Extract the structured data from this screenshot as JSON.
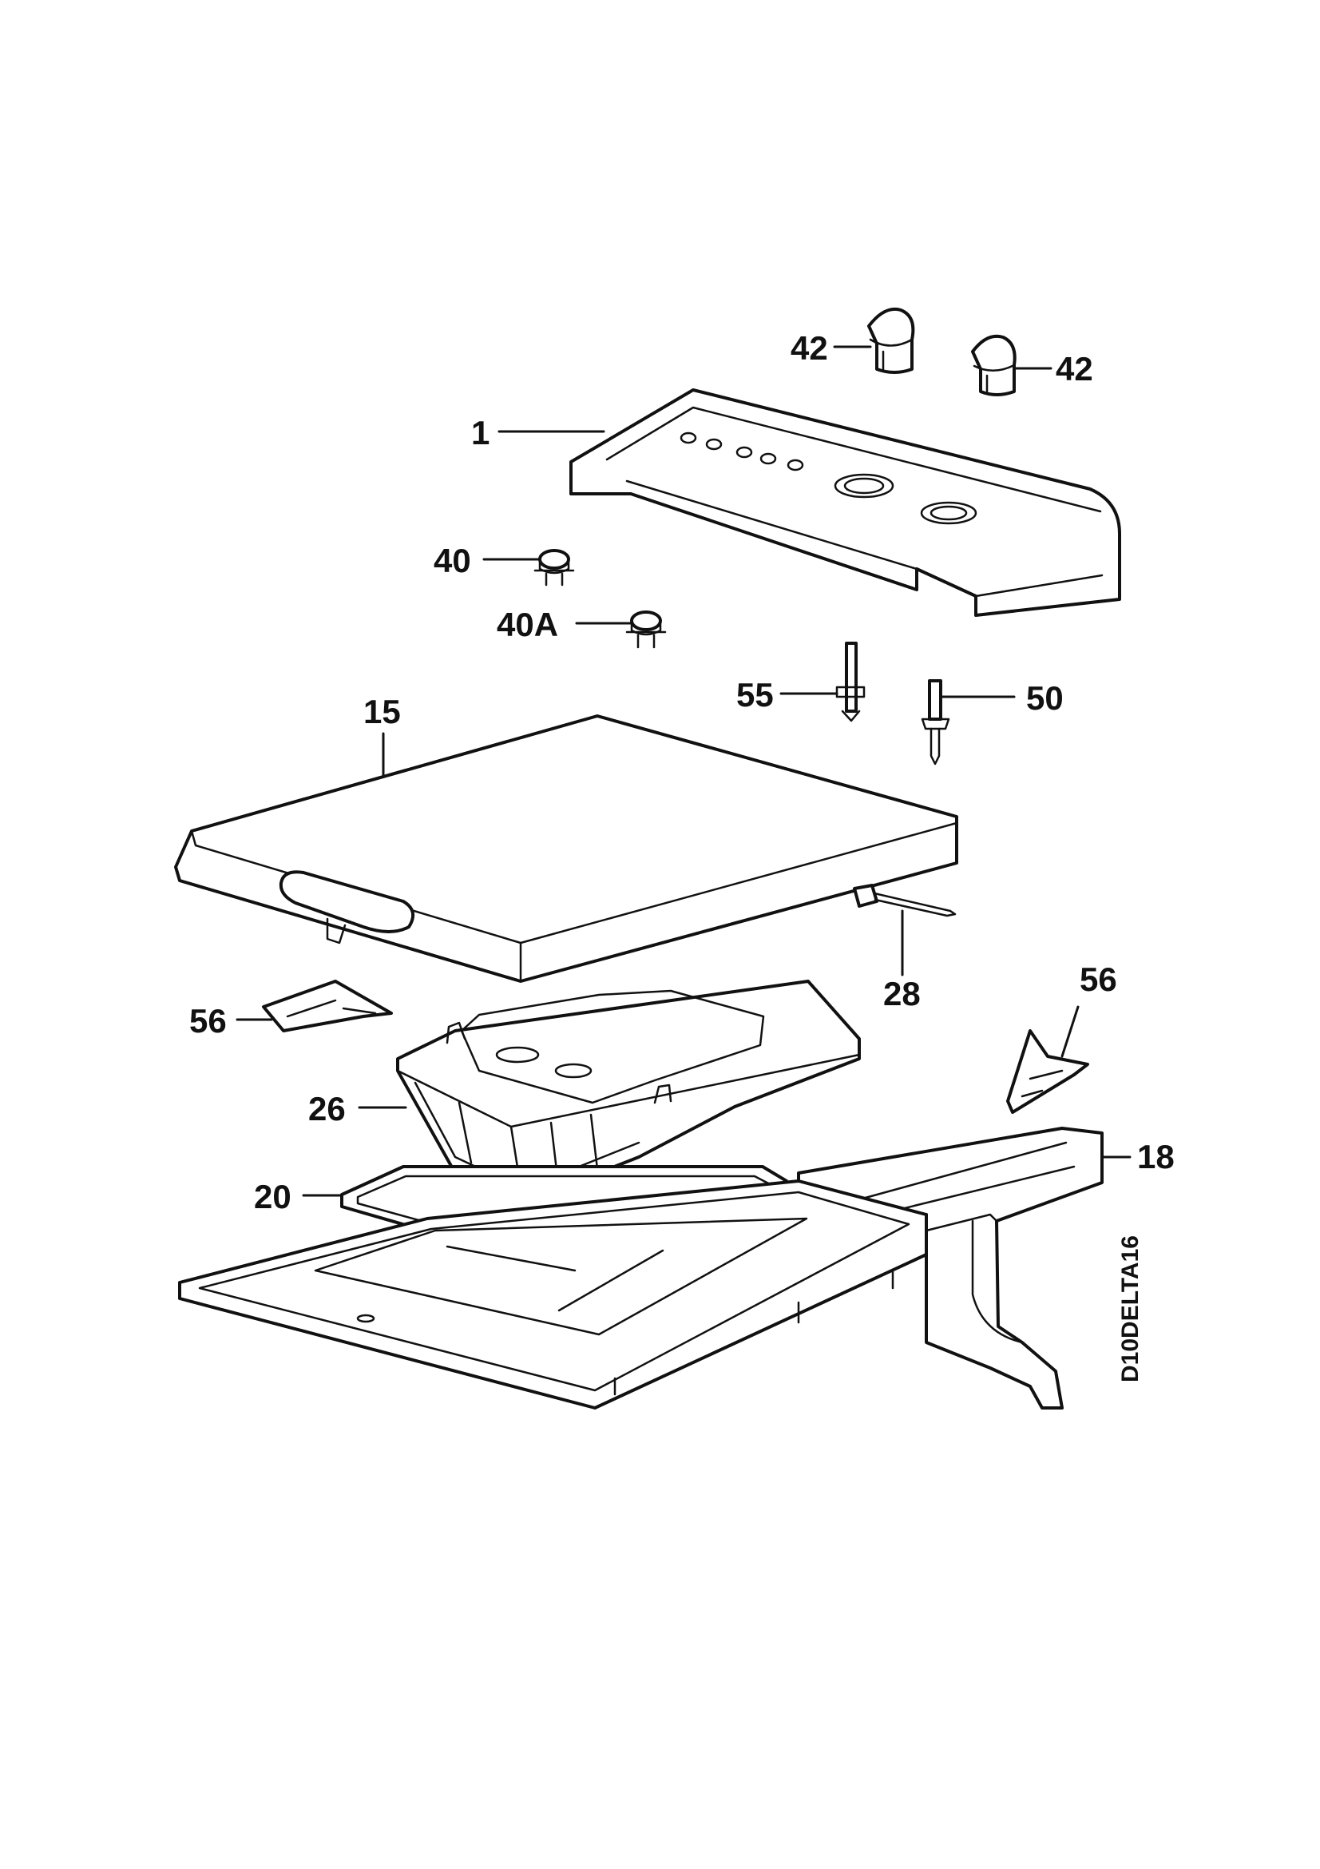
{
  "callouts": {
    "p42a": "42",
    "p42b": "42",
    "p1": "1",
    "p40": "40",
    "p40a": "40A",
    "p55": "55",
    "p50": "50",
    "p15": "15",
    "p28": "28",
    "p56a": "56",
    "p56b": "56",
    "p26": "26",
    "p18": "18",
    "p20": "20"
  },
  "drawing_code": "D10DELTA16"
}
